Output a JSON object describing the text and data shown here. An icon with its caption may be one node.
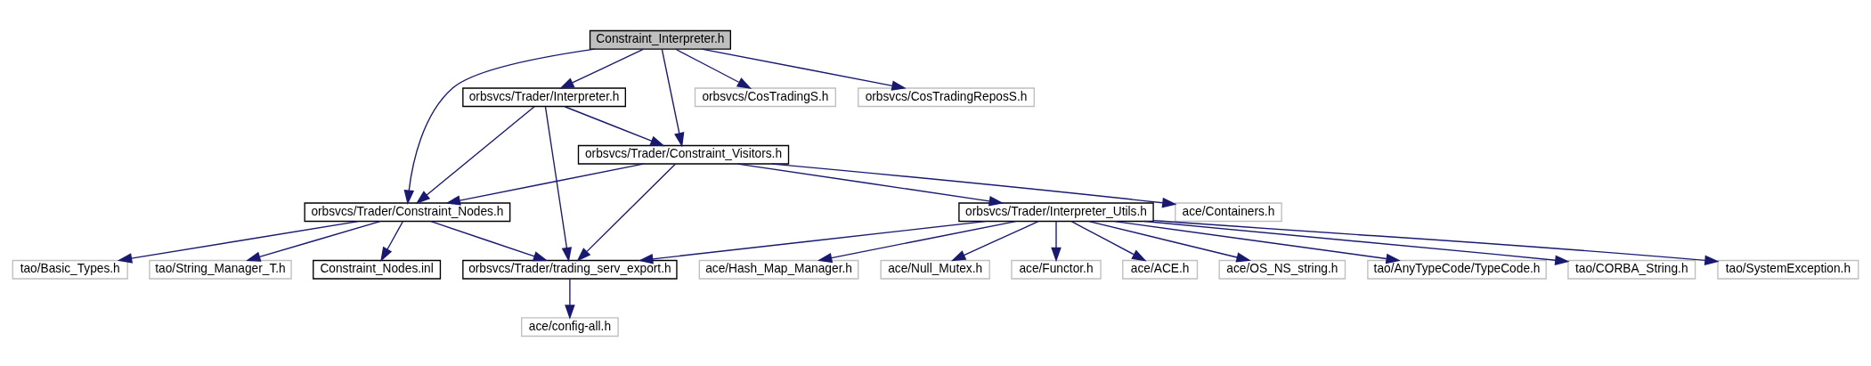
{
  "diagram": {
    "nodes": [
      {
        "text": [
          "Constraint_Interpreter.h"
        ]
      },
      {
        "text": [
          "orbsvcs/Trader/Interpreter.h"
        ]
      },
      {
        "text": [
          "orbsvcs/CosTradingS.h"
        ]
      },
      {
        "text": [
          "orbsvcs/CosTradingReposS.h"
        ]
      },
      {
        "text": [
          "orbsvcs/Trader/Constraint_Visitors.h"
        ]
      },
      {
        "text": [
          "orbsvcs/Trader/Constraint_Nodes.h"
        ]
      },
      {
        "text": [
          "ace/Containers.h"
        ]
      },
      {
        "text": [
          "orbsvcs/Trader/Interpreter_Utils.h"
        ]
      },
      {
        "text": [
          "tao/Basic_Types.h"
        ]
      },
      {
        "text": [
          "tao/String_Manager_T.h"
        ]
      },
      {
        "text": [
          "Constraint_Nodes.inl"
        ]
      },
      {
        "text": [
          "orbsvcs/Trader/trading_serv_export.h"
        ]
      },
      {
        "text": [
          "ace/OS_NS_string.h"
        ]
      },
      {
        "text": [
          "tao/AnyTypeCode/TypeCode.h"
        ]
      },
      {
        "text": [
          "tao/CORBA_String.h"
        ]
      },
      {
        "text": [
          "tao/SystemException.h"
        ]
      },
      {
        "text": [
          "ace/Hash_Map_Manager.h"
        ]
      },
      {
        "text": [
          "ace/Null_Mutex.h"
        ]
      },
      {
        "text": [
          "ace/Functor.h"
        ]
      },
      {
        "text": [
          "ace/ACE.h"
        ]
      },
      {
        "text": [
          "ace/config-all.h"
        ]
      }
    ],
    "edges": [
      {
        "from": 0,
        "to": 1,
        "arrow": "to"
      },
      {
        "from": 0,
        "to": 5,
        "arrow": "to"
      },
      {
        "from": 0,
        "to": 2,
        "arrow": "to"
      },
      {
        "from": 0,
        "to": 3,
        "arrow": "to"
      },
      {
        "from": 0,
        "to": 4,
        "arrow": "to"
      },
      {
        "from": 1,
        "to": 5,
        "arrow": "to"
      },
      {
        "from": 1,
        "to": 4,
        "arrow": "to"
      },
      {
        "from": 1,
        "to": 11,
        "arrow": "to"
      },
      {
        "from": 4,
        "to": 5,
        "arrow": "to"
      },
      {
        "from": 4,
        "to": 6,
        "arrow": "to"
      },
      {
        "from": 4,
        "to": 11,
        "arrow": "to"
      },
      {
        "from": 4,
        "to": 7,
        "arrow": "to"
      },
      {
        "from": 5,
        "to": 8,
        "arrow": "to"
      },
      {
        "from": 5,
        "to": 9,
        "arrow": "to"
      },
      {
        "from": 5,
        "to": 10,
        "arrow": "to"
      },
      {
        "from": 5,
        "to": 11,
        "arrow": "to"
      },
      {
        "from": 7,
        "to": 11,
        "arrow": "to"
      },
      {
        "from": 7,
        "to": 12,
        "arrow": "to"
      },
      {
        "from": 7,
        "to": 13,
        "arrow": "to"
      },
      {
        "from": 7,
        "to": 14,
        "arrow": "to"
      },
      {
        "from": 7,
        "to": 15,
        "arrow": "to"
      },
      {
        "from": 7,
        "to": 16,
        "arrow": "to"
      },
      {
        "from": 7,
        "to": 17,
        "arrow": "to"
      },
      {
        "from": 7,
        "to": 18,
        "arrow": "to"
      },
      {
        "from": 7,
        "to": 19,
        "arrow": "to"
      },
      {
        "from": 11,
        "to": 20,
        "arrow": "to"
      }
    ]
  }
}
